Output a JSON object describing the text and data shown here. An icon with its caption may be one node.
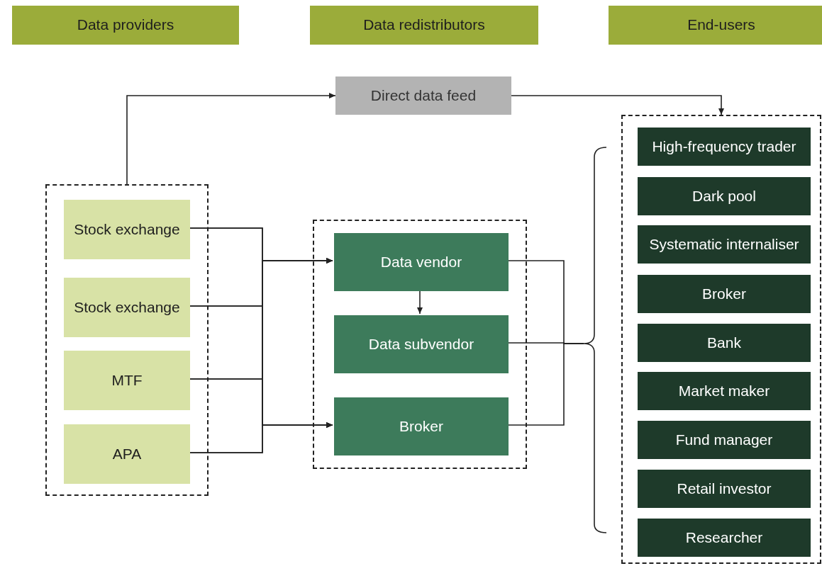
{
  "diagram": {
    "nodes": [
      {
        "text": [
          "Data providers"
        ]
      },
      {
        "text": [
          "Data redistributors"
        ]
      },
      {
        "text": [
          "End-users"
        ]
      },
      {
        "text": [
          "Direct data feed"
        ]
      },
      {
        "text": [],
        "shape": "box"
      },
      {
        "text": [
          "Stock exchange"
        ],
        "in": 4
      },
      {
        "text": [
          "Stock exchange"
        ],
        "in": 4
      },
      {
        "text": [
          "MTF"
        ],
        "in": 4
      },
      {
        "text": [
          "APA"
        ],
        "in": 4
      },
      {
        "text": [],
        "shape": "box"
      },
      {
        "text": [
          "Data vendor"
        ],
        "in": 9
      },
      {
        "text": [
          "Data subvendor"
        ],
        "in": 9
      },
      {
        "text": [
          "Broker"
        ],
        "in": 9
      },
      {
        "text": [],
        "shape": "box"
      },
      {
        "text": [
          "High-frequency trader"
        ],
        "in": 13
      },
      {
        "text": [
          "Dark pool"
        ],
        "in": 13
      },
      {
        "text": [
          "Systematic internaliser"
        ],
        "in": 13
      },
      {
        "text": [
          "Broker"
        ],
        "in": 13
      },
      {
        "text": [
          "Bank"
        ],
        "in": 13
      },
      {
        "text": [
          "Market maker"
        ],
        "in": 13
      },
      {
        "text": [
          "Fund manager"
        ],
        "in": 13
      },
      {
        "text": [
          "Retail investor"
        ],
        "in": 13
      },
      {
        "text": [
          "Researcher"
        ],
        "in": 13
      }
    ],
    "edges": [
      {
        "from": 4,
        "to": 3,
        "arrow": "to"
      },
      {
        "from": 3,
        "to": 13,
        "arrow": "to"
      },
      {
        "from": 5,
        "to": 10,
        "arrow": "to"
      },
      {
        "from": 5,
        "to": 12,
        "arrow": "to"
      },
      {
        "from": 6,
        "to": 10,
        "arrow": "to"
      },
      {
        "from": 6,
        "to": 12,
        "arrow": "to"
      },
      {
        "from": 7,
        "to": 10,
        "arrow": "to"
      },
      {
        "from": 7,
        "to": 12,
        "arrow": "to"
      },
      {
        "from": 8,
        "to": 10,
        "arrow": "to"
      },
      {
        "from": 8,
        "to": 12,
        "arrow": "to"
      },
      {
        "from": 10,
        "to": 11,
        "arrow": "to"
      },
      {
        "from": 10,
        "to": 13,
        "arrow": "none"
      },
      {
        "from": 11,
        "to": 13,
        "arrow": "none"
      },
      {
        "from": 12,
        "to": 13,
        "arrow": "none"
      }
    ]
  }
}
